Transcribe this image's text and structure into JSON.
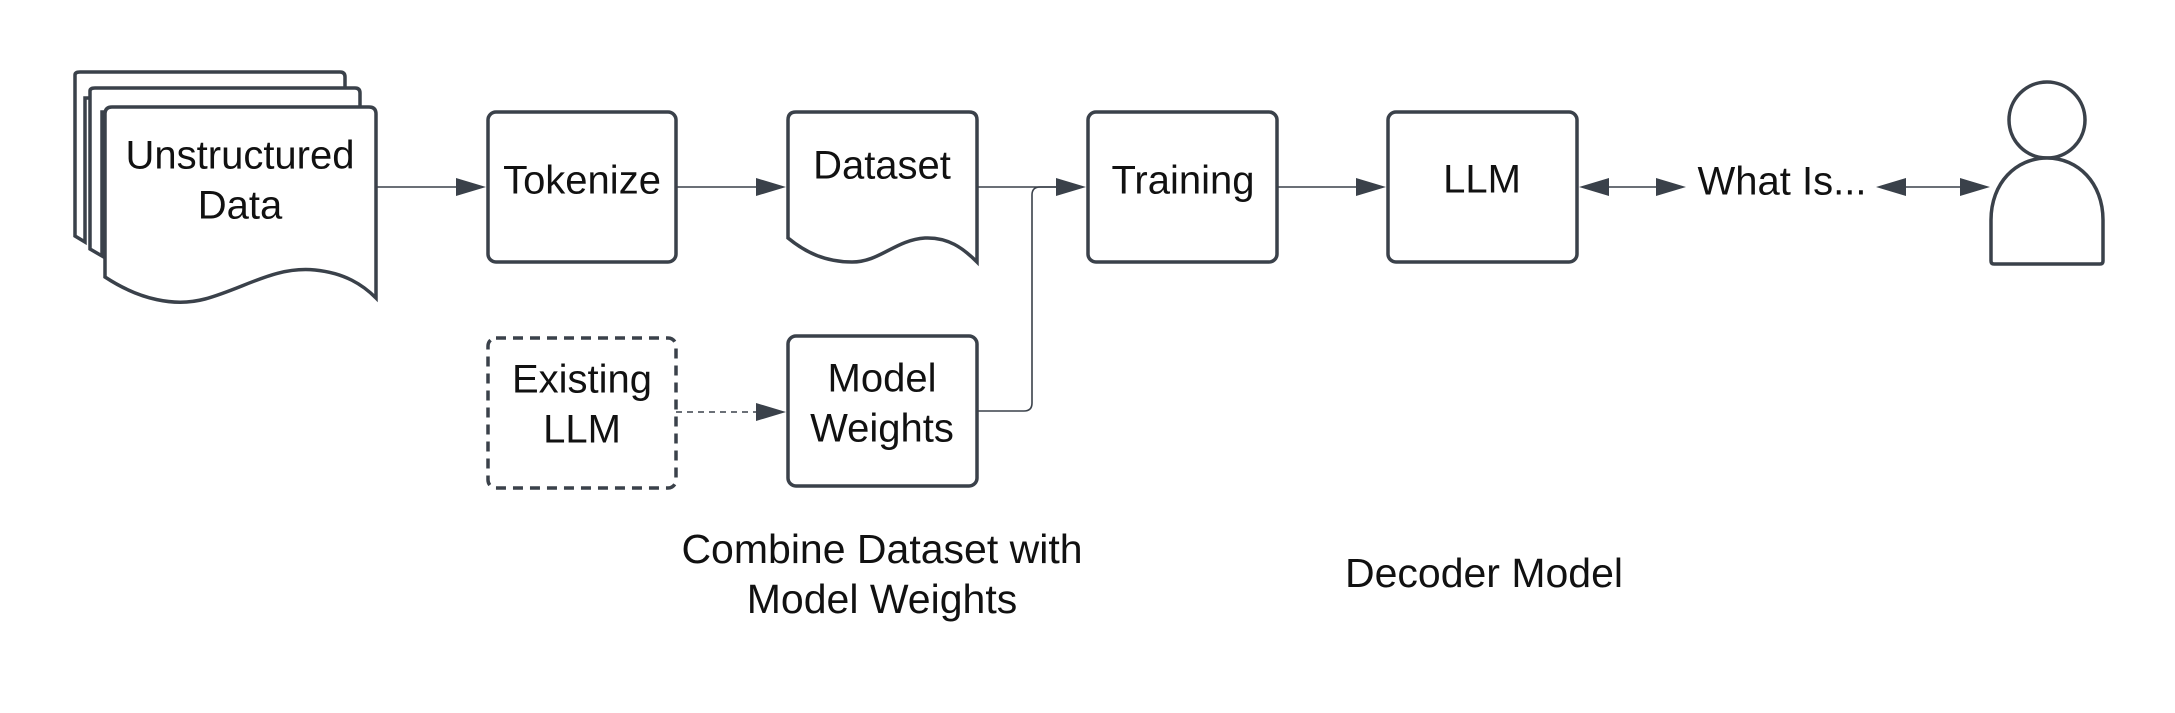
{
  "nodes": {
    "unstructured_data": {
      "line1": "Unstructured",
      "line2": "Data"
    },
    "tokenize": {
      "label": "Tokenize"
    },
    "dataset": {
      "label": "Dataset"
    },
    "existing_llm": {
      "line1": "Existing",
      "line2": "LLM"
    },
    "model_weights": {
      "line1": "Model",
      "line2": "Weights"
    },
    "training": {
      "label": "Training"
    },
    "llm": {
      "label": "LLM"
    },
    "query": {
      "label": "What Is..."
    }
  },
  "captions": {
    "combine": {
      "line1": "Combine Dataset with",
      "line2": "Model Weights"
    },
    "decoder": {
      "label": "Decoder Model"
    }
  },
  "icons": {
    "user": "user-icon"
  },
  "colors": {
    "stroke": "#3a414a",
    "text": "#111111",
    "background": "#ffffff"
  }
}
